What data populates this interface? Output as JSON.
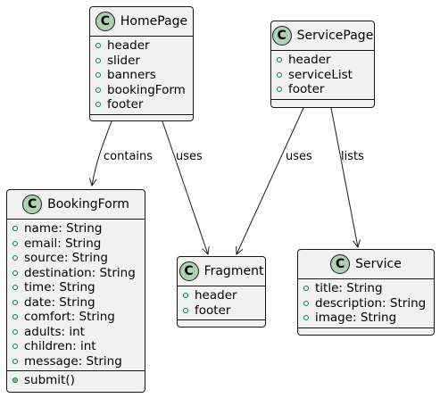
{
  "classes": {
    "homepage": {
      "name": "HomePage",
      "stereotype": "C",
      "fields": [
        "header",
        "slider",
        "banners",
        "bookingForm",
        "footer"
      ],
      "methods": []
    },
    "servicepage": {
      "name": "ServicePage",
      "stereotype": "C",
      "fields": [
        "header",
        "serviceList",
        "footer"
      ],
      "methods": []
    },
    "bookingform": {
      "name": "BookingForm",
      "stereotype": "C",
      "fields": [
        "name: String",
        "email: String",
        "source: String",
        "destination: String",
        "time: String",
        "date: String",
        "comfort: String",
        "adults: int",
        "children: int",
        "message: String"
      ],
      "methods": [
        "submit()"
      ]
    },
    "fragment": {
      "name": "Fragment",
      "stereotype": "C",
      "fields": [
        "header",
        "footer"
      ],
      "methods": []
    },
    "service": {
      "name": "Service",
      "stereotype": "C",
      "fields": [
        "title: String",
        "description: String",
        "image: String"
      ],
      "methods": []
    }
  },
  "relations": [
    {
      "from": "HomePage",
      "to": "BookingForm",
      "label": "contains"
    },
    {
      "from": "HomePage",
      "to": "Fragment",
      "label": "uses"
    },
    {
      "from": "ServicePage",
      "to": "Fragment",
      "label": "uses"
    },
    {
      "from": "ServicePage",
      "to": "Service",
      "label": "lists"
    }
  ],
  "colors": {
    "class_fill": "#f1f1f1",
    "border": "#181818",
    "stereotype_fill": "#add1b2",
    "visibility_public": "#038048"
  }
}
